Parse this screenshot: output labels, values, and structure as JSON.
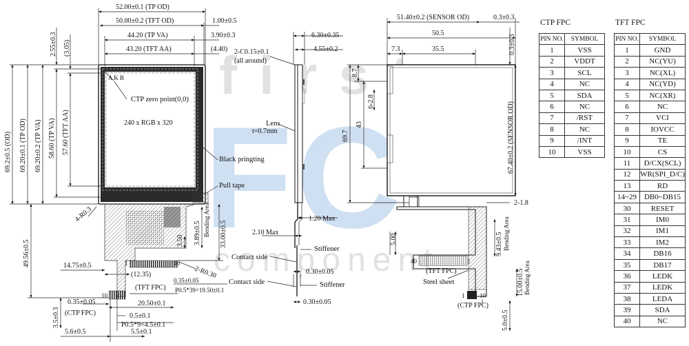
{
  "watermark": {
    "word1": "first",
    "word2": "FC",
    "word3": "component"
  },
  "front": {
    "dims_top": [
      "52.00±0.1 (TP OD)",
      "50.00±0.2 (TFT OD)",
      "44.20 (TP VA)",
      "43.20 (TFT AA)"
    ],
    "dims_top_right": [
      "1.00±0.5",
      "3.90±0.3",
      "(4.40)"
    ],
    "dims_left": [
      "69.2±0.5 (OD)",
      "69.20±0.1 (TP OD)",
      "69.20±0.2 (TP VA)",
      "58.60 (TP VA)",
      "57.60 (TFT AA)",
      "2.55±0.3",
      "(3.05)"
    ],
    "ctp_zero": "CTP  zero point(0,0)",
    "resolution": "240 x RGB x 320",
    "black_printing": "Black pringting",
    "pull_tape": "Pull tape",
    "corner": "4-R0.3",
    "dim_4950": "49.56±0.5",
    "dim_1475": "14.75±0.5",
    "dim_1235": "(12.35)",
    "dim_350": "3.50",
    "dim_389": "3.89±0.5",
    "bending": "Bending Area",
    "dim_3300": "33.00±0.5",
    "r030": "2-R0.30",
    "tft_fpc": "(TFT FPC)",
    "dim_035a": "0.35±0.05",
    "pitch1": "P0.5*39=19.50±0.1",
    "pin1": "1",
    "pin40": "40",
    "pin10": "10",
    "dim_2050": "20.50±0.1",
    "dim_05": "0.5±0.1",
    "pitch2": "P0.5*9=4.5±0.1",
    "dim_035b": "0.35±0.05",
    "ctp_fpc": "(CTP FPC)",
    "dim_35": "3.5±0.3",
    "dim_56": "5.6±0.5",
    "dim_55": "5.5±0.1"
  },
  "side": {
    "dims": [
      "6.30±0.35",
      "4.55±0.2"
    ],
    "chamfer": "2-C0.15±0.1",
    "all_around": "(all around)",
    "lens": "Lens",
    "lens_t": "t=0.7mm",
    "max120": "1.20 Max",
    "max210": "2.10 Max",
    "stiffener1": "Stiffener",
    "contact1": "Contact side",
    "dim_030a": "0.30±0.05",
    "contact2": "Contact side",
    "stiffener2": "Stiffener",
    "dim_030b": "0.30±0.05"
  },
  "back": {
    "sensor_od": "51.40±0.2 (SENSOR OD)",
    "dim_03a": "0.3±0.3",
    "dim_505": "50.5",
    "dim_73": "7.3",
    "dim_355": "35.5",
    "dim_03b": "0.3±0.3",
    "dim_87": "8.7",
    "dim_628": "6-2.8",
    "dim_43": "43",
    "dim_697": "69.7",
    "sensor_od_v": "67.40±0.2 (SENSOR OD)",
    "dim_218": "2-1.8",
    "dim_500": "5.00",
    "dim_943": "9.43±0.5",
    "bending": "Bending Area",
    "dim_1500": "15.00±0.5",
    "tft_fpc": "(TFT FPC)",
    "pin40": "40",
    "pin1": "1",
    "pin1b": "1",
    "pin10": "10",
    "steel": "Steel sheet",
    "ctp_fpc": "(CTP FPC)",
    "dim_50": "5.0±0.5"
  },
  "ctp_table": {
    "title": "CTP FPC",
    "headers": [
      "PIN NO.",
      "SYMBOL"
    ],
    "rows": [
      [
        "1",
        "VSS"
      ],
      [
        "2",
        "VDDT"
      ],
      [
        "3",
        "SCL"
      ],
      [
        "4",
        "NC"
      ],
      [
        "5",
        "SDA"
      ],
      [
        "6",
        "NC"
      ],
      [
        "7",
        "/RST"
      ],
      [
        "8",
        "NC"
      ],
      [
        "9",
        "/INT"
      ],
      [
        "10",
        "VSS"
      ]
    ]
  },
  "tft_table": {
    "title": "TFT FPC",
    "headers": [
      "PIN NO.",
      "SYMBOL"
    ],
    "rows": [
      [
        "1",
        "GND"
      ],
      [
        "2",
        "NC(YU)"
      ],
      [
        "3",
        "NC(XL)"
      ],
      [
        "4",
        "NC(YD)"
      ],
      [
        "5",
        "NC(XR)"
      ],
      [
        "6",
        "NC"
      ],
      [
        "7",
        "VCI"
      ],
      [
        "8",
        "IOVCC"
      ],
      [
        "9",
        "TE"
      ],
      [
        "10",
        "CS"
      ],
      [
        "11",
        "D/CX(SCL)"
      ],
      [
        "12",
        "WR(SPI_D/C)"
      ],
      [
        "13",
        "RD"
      ],
      [
        "14~29",
        "DB0~DB15"
      ],
      [
        "30",
        "RESET"
      ],
      [
        "31",
        "IM0"
      ],
      [
        "32",
        "IM1"
      ],
      [
        "33",
        "IM2"
      ],
      [
        "34",
        "DB16"
      ],
      [
        "35",
        "DB17"
      ],
      [
        "36",
        "LEDK"
      ],
      [
        "37",
        "LEDK"
      ],
      [
        "38",
        "LEDA"
      ],
      [
        "39",
        "SDA"
      ],
      [
        "40",
        "NC"
      ]
    ]
  }
}
